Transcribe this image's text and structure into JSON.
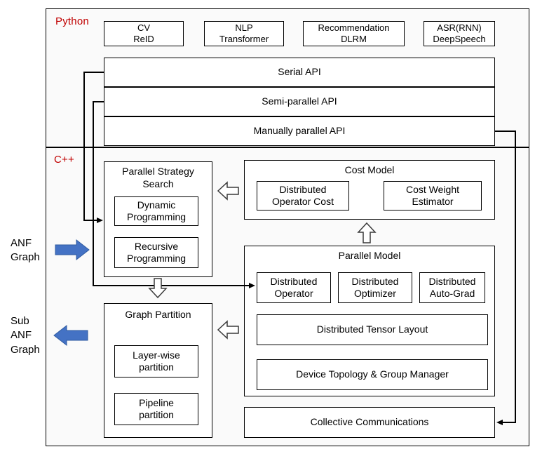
{
  "colors": {
    "section_label": "#c00000",
    "blue_arrow": "#4472c4",
    "line": "#000000"
  },
  "python": {
    "label": "Python",
    "apps": [
      {
        "label": "CV\nReID"
      },
      {
        "label": "NLP\nTransformer"
      },
      {
        "label": "Recommendation\nDLRM"
      },
      {
        "label": "ASR(RNN)\nDeepSpeech"
      }
    ],
    "apis": [
      {
        "label": "Serial API"
      },
      {
        "label": "Semi-parallel API"
      },
      {
        "label": "Manually parallel API"
      }
    ]
  },
  "cpp": {
    "label": "C++",
    "parallel_strategy_search": {
      "title": "Parallel Strategy\nSearch",
      "items": [
        {
          "label": "Dynamic\nProgramming"
        },
        {
          "label": "Recursive\nProgramming"
        }
      ]
    },
    "cost_model": {
      "title": "Cost Model",
      "items": [
        {
          "label": "Distributed\nOperator Cost"
        },
        {
          "label": "Cost Weight\nEstimator"
        }
      ]
    },
    "parallel_model": {
      "title": "Parallel Model",
      "row_items": [
        {
          "label": "Distributed\nOperator"
        },
        {
          "label": "Distributed\nOptimizer"
        },
        {
          "label": "Distributed\nAuto-Grad"
        }
      ],
      "wide_items": [
        {
          "label": "Distributed Tensor Layout"
        },
        {
          "label": "Device Topology & Group Manager"
        }
      ]
    },
    "graph_partition": {
      "title": "Graph Partition",
      "items": [
        {
          "label": "Layer-wise\npartition"
        },
        {
          "label": "Pipeline\npartition"
        }
      ]
    },
    "collective_communications": {
      "label": "Collective Communications"
    }
  },
  "side": {
    "anf_graph": "ANF\nGraph",
    "sub_anf_graph": "Sub\nANF\nGraph"
  }
}
